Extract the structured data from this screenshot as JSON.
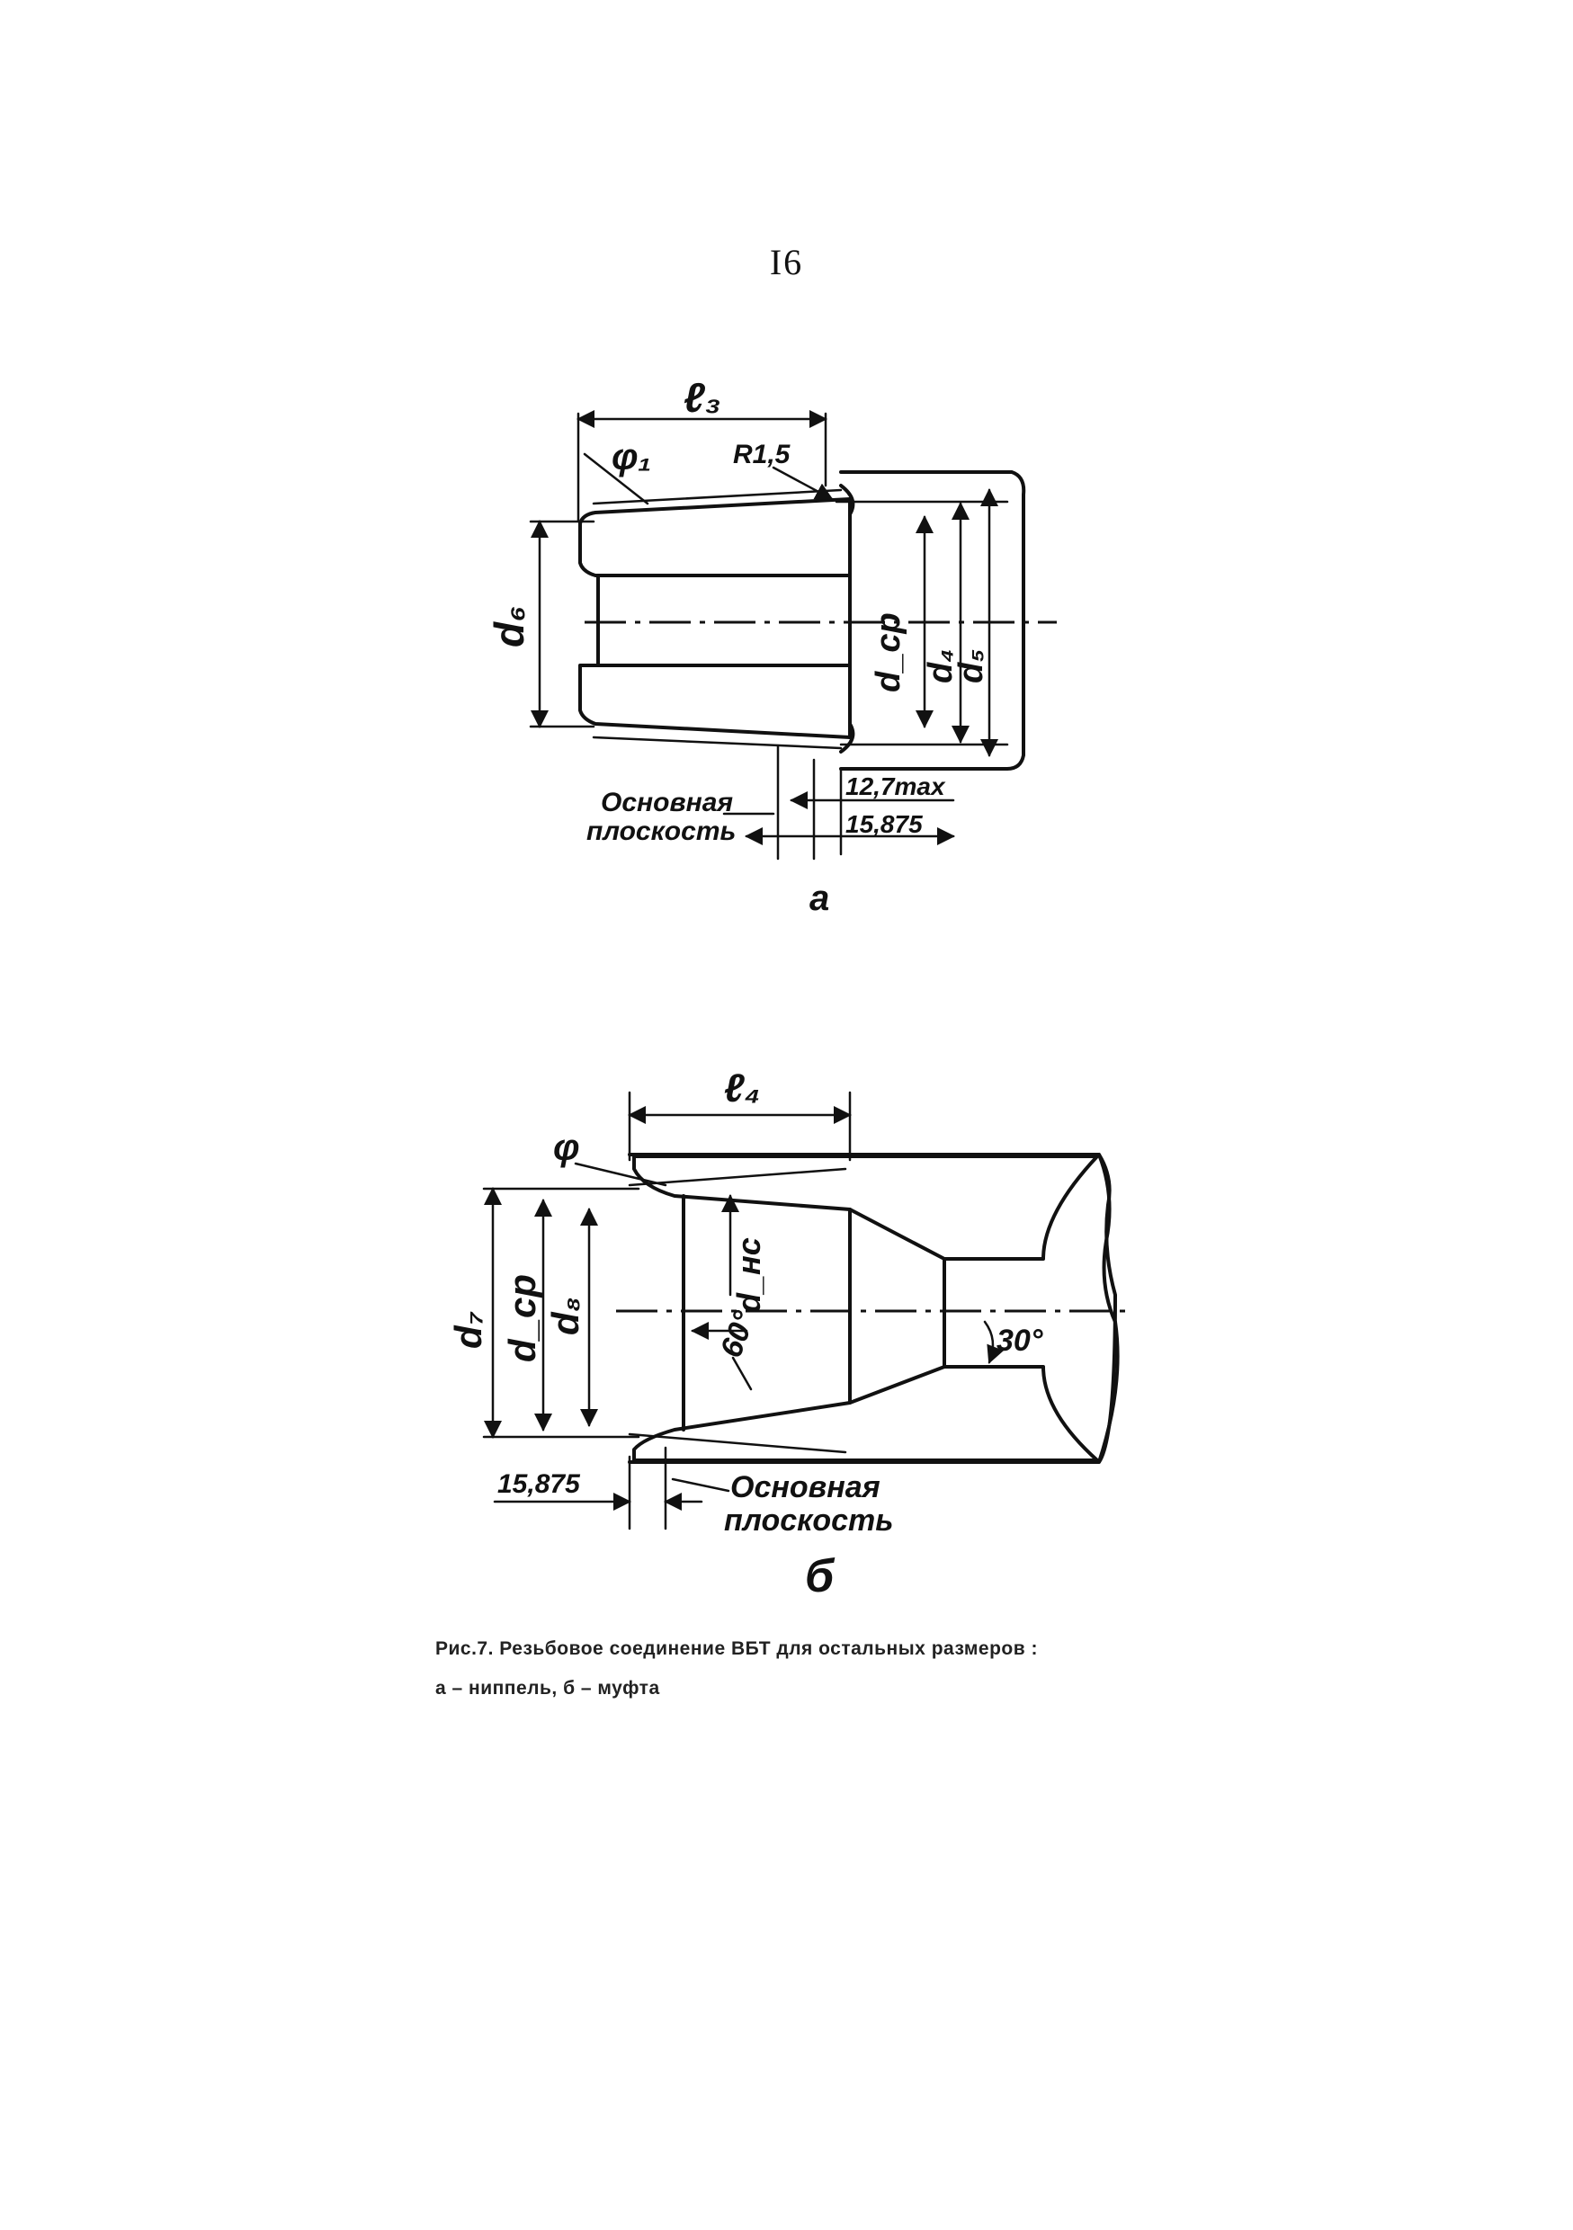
{
  "page_number": "I6",
  "figure_a": {
    "labels": {
      "l3": "ℓ₃",
      "phi1": "φ₁",
      "r15": "R1,5",
      "d6": "d₆",
      "dcp": "d_ср",
      "d4": "d₄",
      "d5": "d₅",
      "base_plane_line1": "Основная",
      "base_plane_line2": "плоскость",
      "dim_127": "12,7max",
      "dim_15875": "15,875"
    },
    "sublabel": "а"
  },
  "figure_b": {
    "labels": {
      "l4": "ℓ₄",
      "phi": "φ",
      "d7": "d₇",
      "dcp": "d_ср",
      "d8": "d₈",
      "dnc": "d_нс",
      "angle60": "60°",
      "angle30": "30°",
      "dim_15875": "15,875",
      "base_plane_line1": "Основная",
      "base_plane_line2": "плоскость"
    },
    "sublabel": "б"
  },
  "caption": {
    "line1": "Рис.7. Резьбовое соединение ВБТ для остальных размеров :",
    "line2": "а – ниппель, б – муфта"
  }
}
